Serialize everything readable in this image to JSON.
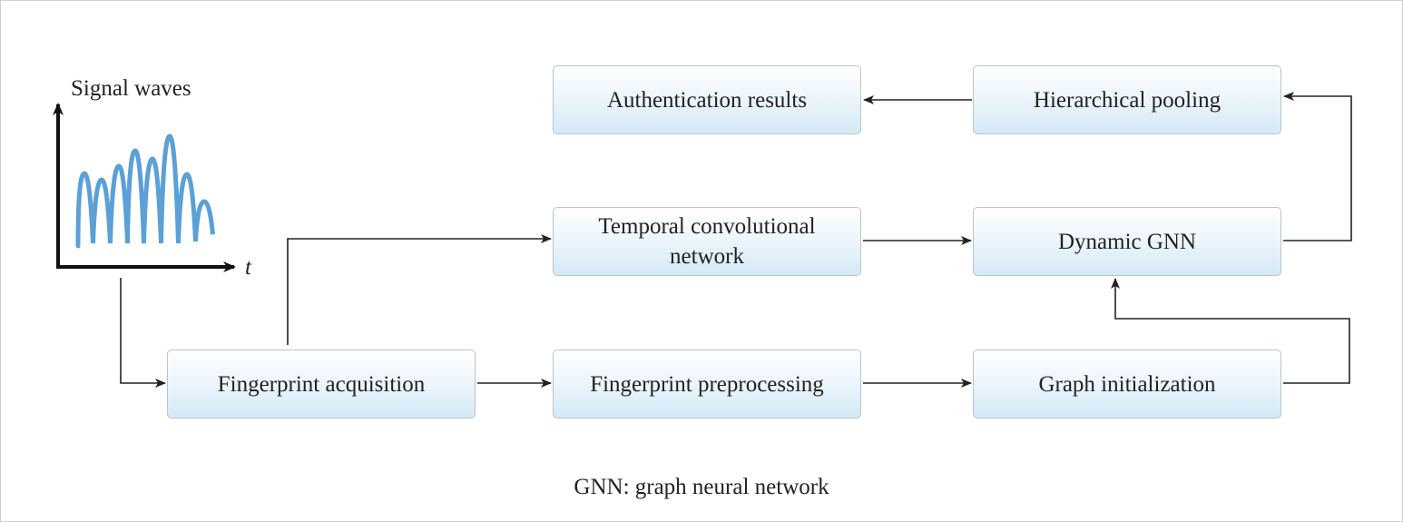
{
  "diagram": {
    "signal_label": "Signal waves",
    "time_axis_label": "t",
    "nodes": {
      "fingerprint_acquisition": "Fingerprint acquisition",
      "fingerprint_preprocessing": "Fingerprint preprocessing",
      "graph_initialization": "Graph initialization",
      "temporal_convolutional_network": "Temporal convolutional network",
      "dynamic_gnn": "Dynamic GNN",
      "hierarchical_pooling": "Hierarchical pooling",
      "authentication_results": "Authentication results"
    },
    "footnote": "GNN: graph neural network"
  },
  "colors": {
    "wave": "#5ba0d6",
    "arrow": "#222222",
    "axis": "#111111"
  }
}
